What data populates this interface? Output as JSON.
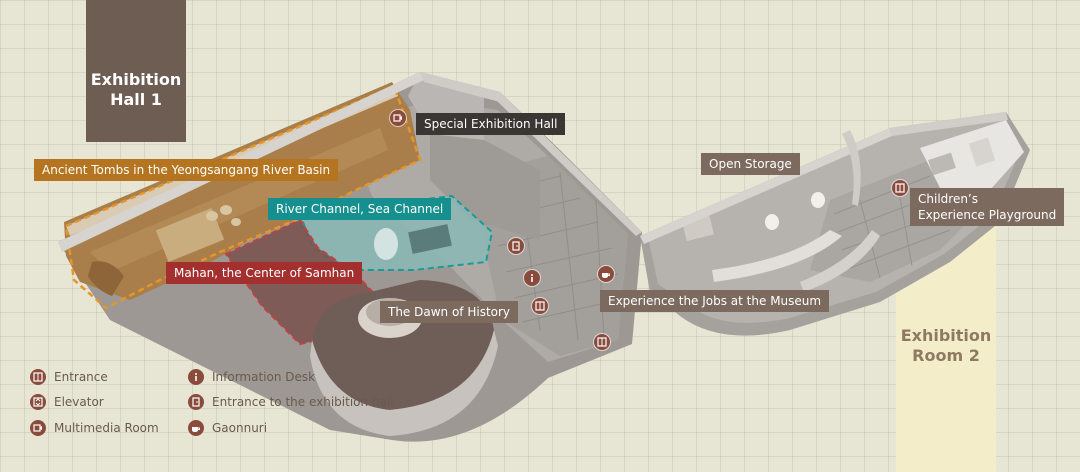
{
  "halls": {
    "hall1_title": "Exhibition\nHall 1",
    "room2_title": "Exhibition\nRoom 2"
  },
  "areas": {
    "special": "Special Exhibition Hall",
    "tombs": "Ancient Tombs in the Yeongsangang River Basin",
    "river": "River Channel, Sea Channel",
    "mahan": "Mahan, the Center of Samhan",
    "dawn": "The Dawn of History",
    "open_storage": "Open Storage",
    "childrens": "Children’s\nExperience Playground",
    "jobs": "Experience the Jobs at the Museum"
  },
  "legend": {
    "entrance": "Entrance",
    "elevator": "Elevator",
    "multimedia": "Multimedia Room",
    "info_desk": "Information Desk",
    "hall_entrance": "Entrance to the exhibition hall",
    "gaonnuri": "Gaonnuri"
  },
  "colors": {
    "special": "#3a3634",
    "tombs": "#b5741f",
    "river": "#168f8f",
    "mahan": "#a3302f",
    "dawn": "#7c6a5f",
    "open_storage": "#7c6a5f",
    "childrens": "#7c6a5f",
    "jobs": "#7c6a5f",
    "icon": "#8a4b3c"
  },
  "icons": {
    "entrance": "door-icon",
    "elevator": "elevator-icon",
    "multimedia": "multimedia-icon",
    "info_desk": "information-icon",
    "hall_entrance": "exhibition-entrance-icon",
    "gaonnuri": "cafe-icon"
  }
}
